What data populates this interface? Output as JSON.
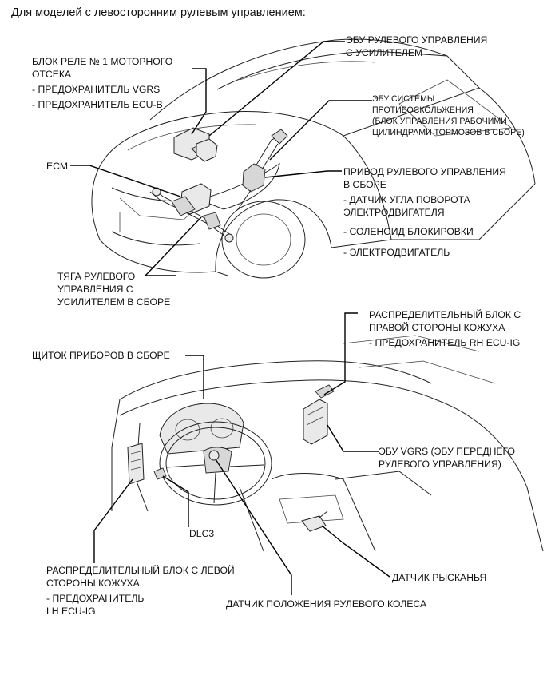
{
  "heading": "Для моделей с левосторонним рулевым управлением:",
  "top_labels": {
    "relay_block": "БЛОК РЕЛЕ № 1 МОТОРНОГО ОТСЕКА",
    "relay_block_l1": "БЛОК РЕЛЕ № 1 МОТОРНОГО",
    "relay_block_l2": "ОТСЕКА",
    "fuse_vgrs": "- ПРЕДОХРАНИТЕЛЬ VGRS",
    "fuse_ecu_b": "- ПРЕДОХРАНИТЕЛЬ ECU-B",
    "power_steering_ecu_l1": "ЭБУ РУЛЕВОГО УПРАВЛЕНИЯ",
    "power_steering_ecu_l2": "С УСИЛИТЕЛЕМ",
    "precrash_ecu_l1": "ЭБУ СИСТЕМЫ",
    "precrash_ecu_l2": "ПРОТИВОСКОЛЬЖЕНИЯ",
    "precrash_ecu_l3": "(БЛОК УПРАВЛЕНИЯ РАБОЧИМИ",
    "precrash_ecu_l4": "ЦИЛИНДРАМИ ТОРМОЗОВ В СБОРЕ)",
    "ecm": "ECM",
    "actuator_l1": "ПРИВОД РУЛЕВОГО УПРАВЛЕНИЯ",
    "actuator_l2": "В СБОРЕ",
    "motor_angle_l1": "- ДАТЧИК УГЛА ПОВОРОТА",
    "motor_angle_l2": "ЭЛЕКТРОДВИГАТЕЛЯ",
    "lock_solenoid": "- СОЛЕНОИД БЛОКИРОВКИ",
    "motor": "- ЭЛЕКТРОДВИГАТЕЛЬ",
    "rack_l1": "ТЯГА РУЛЕВОГО",
    "rack_l2": "УПРАВЛЕНИЯ С",
    "rack_l3": "УСИЛИТЕЛЕМ В СБОРЕ"
  },
  "bottom_labels": {
    "rh_junction_l1": "РАСПРЕДЕЛИТЕЛЬНЫЙ БЛОК С",
    "rh_junction_l2": "ПРАВОЙ СТОРОНЫ КОЖУХА",
    "rh_fuse": "- ПРЕДОХРАНИТЕЛЬ RH ECU-IG",
    "combination_meter": "ЩИТОК ПРИБОРОВ В СБОРЕ",
    "vgrs_ecu_l1": "ЭБУ VGRS (ЭБУ ПЕРЕДНЕГО",
    "vgrs_ecu_l2": "РУЛЕВОГО УПРАВЛЕНИЯ)",
    "dlc3": "DLC3",
    "lh_junction_l1": "РАСПРЕДЕЛИТЕЛЬНЫЙ БЛОК С ЛЕВОЙ",
    "lh_junction_l2": "СТОРОНЫ КОЖУХА",
    "lh_fuse_l1": "- ПРЕДОХРАНИТЕЛЬ",
    "lh_fuse_l2": "LH ECU-IG",
    "yaw_sensor": "ДАТЧИК РЫСКАНЬЯ",
    "steering_sensor": "ДАТЧИК ПОЛОЖЕНИЯ РУЛЕВОГО КОЛЕСА"
  }
}
